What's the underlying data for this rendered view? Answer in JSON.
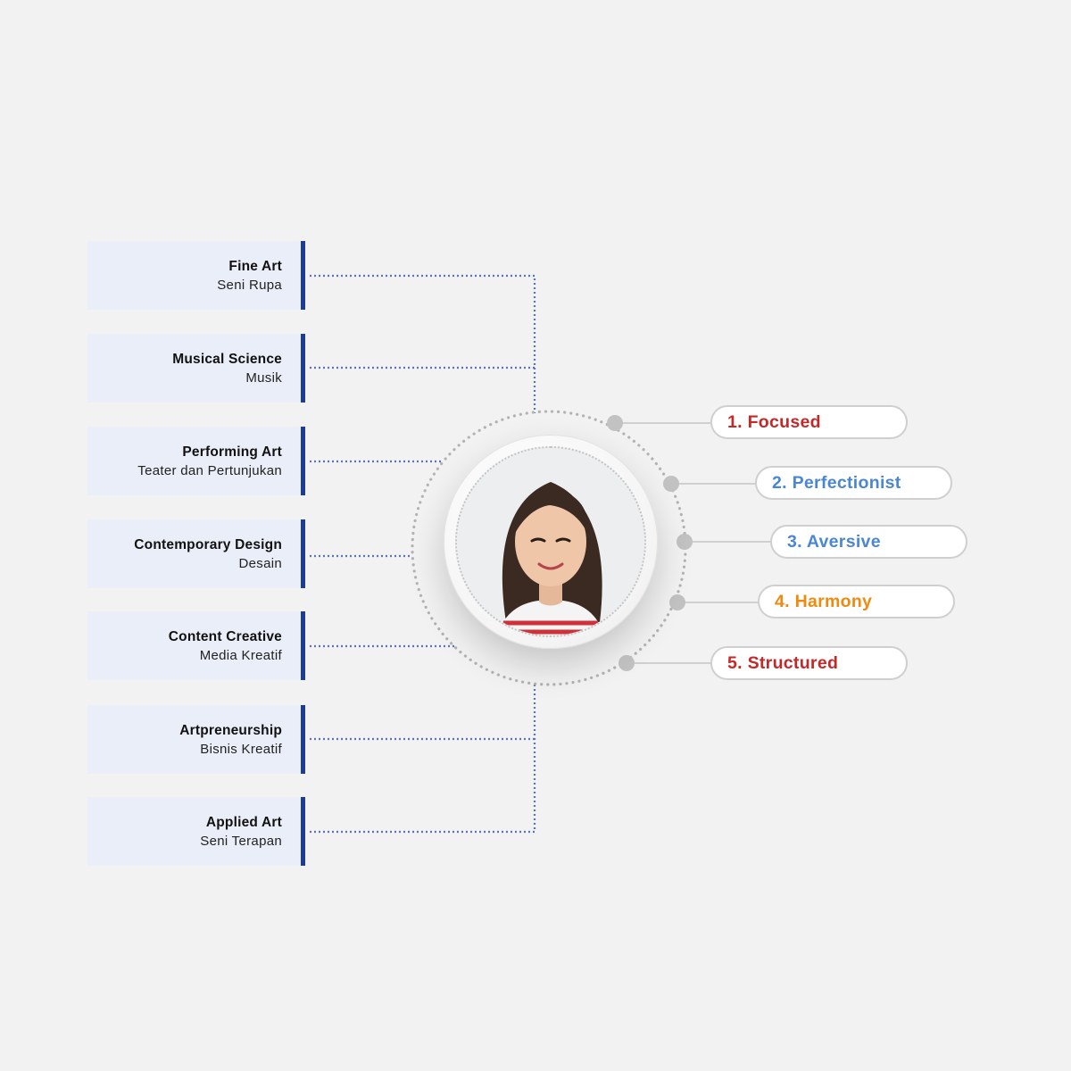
{
  "categories": [
    {
      "title": "Fine Art",
      "subtitle": "Seni Rupa"
    },
    {
      "title": "Musical Science",
      "subtitle": "Musik"
    },
    {
      "title": "Performing Art",
      "subtitle": "Teater dan Pertunjukan"
    },
    {
      "title": "Contemporary Design",
      "subtitle": "Desain"
    },
    {
      "title": "Content Creative",
      "subtitle": "Media Kreatif"
    },
    {
      "title": "Artpreneurship",
      "subtitle": "Bisnis Kreatif"
    },
    {
      "title": "Applied Art",
      "subtitle": "Seni Terapan"
    }
  ],
  "traits": [
    {
      "label": "1. Focused",
      "color": "#c62828"
    },
    {
      "label": "2. Perfectionist",
      "color": "#4a86d4"
    },
    {
      "label": "3. Aversive",
      "color": "#4a86d4"
    },
    {
      "label": "4. Harmony",
      "color": "#ef8a10"
    },
    {
      "label": "5. Structured",
      "color": "#c62828"
    }
  ],
  "colors": {
    "connector": "#5a72c0",
    "accent_bar": "#1e3c96",
    "card_bg": "#eaeef8",
    "ring": "#b5b5b5",
    "node": "#c2c2c2"
  }
}
